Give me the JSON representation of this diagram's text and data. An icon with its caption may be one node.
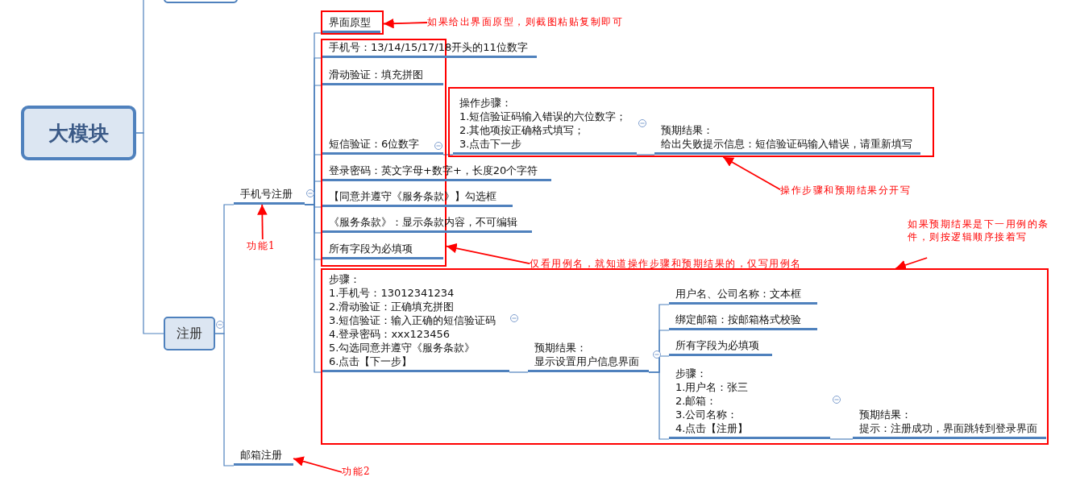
{
  "diagram": {
    "nodes": [
      {
        "text": [
          "大模块"
        ]
      },
      {
        "text": [],
        "shape": "box"
      },
      {
        "text": [
          "注册"
        ]
      },
      {
        "text": [
          "手机号注册"
        ]
      },
      {
        "text": [],
        "shape": "box"
      },
      {
        "text": [
          "界面原型"
        ],
        "in": 4
      },
      {
        "text": [],
        "shape": "box"
      },
      {
        "text": [
          "手机号：13/14/15/17/18开头的11位数字"
        ]
      },
      {
        "text": [
          "滑动验证：填充拼图"
        ],
        "in": 6
      },
      {
        "text": [
          "短信验证：6位数字"
        ],
        "in": 6
      },
      {
        "text": [],
        "shape": "box"
      },
      {
        "text": [
          "操作步骤：",
          "1.短信验证码输入错误的六位数字；",
          "2.其他项按正确格式填写；",
          "3.点击下一步"
        ],
        "in": 10
      },
      {
        "text": [
          "预期结果：",
          "给出失败提示信息：短信验证码输入错误，请重新填写"
        ],
        "in": 10
      },
      {
        "text": [
          "登录密码：英文字母+数字+，长度20个字符"
        ]
      },
      {
        "text": [
          "【同意并遵守《服务条款》】勾选框"
        ]
      },
      {
        "text": [
          "《服务条款》：显示条款内容，不可编辑"
        ]
      },
      {
        "text": [
          "所有字段为必填项"
        ],
        "in": 6
      },
      {
        "text": [],
        "shape": "box"
      },
      {
        "text": [
          "步骤：",
          "1.手机号：13012341234",
          "2.滑动验证：正确填充拼图",
          "3.短信验证：输入正确的短信验证码",
          "4.登录密码：xxx123456",
          "5.勾选同意并遵守《服务条款》",
          "6.点击【下一步】"
        ],
        "in": 17
      },
      {
        "text": [
          "预期结果：",
          "显示设置用户信息界面"
        ],
        "in": 17
      },
      {
        "text": [
          "用户名、公司名称：文本框"
        ],
        "in": 17
      },
      {
        "text": [
          "绑定邮箱：按邮箱格式校验"
        ],
        "in": 17
      },
      {
        "text": [
          "所有字段为必填项"
        ],
        "in": 17
      },
      {
        "text": [
          "步骤：",
          "1.用户名：张三",
          "2.邮箱：",
          "3.公司名称：",
          "4.点击【注册】"
        ],
        "in": 17
      },
      {
        "text": [
          "预期结果：",
          "提示：注册成功，界面跳转到登录界面"
        ],
        "in": 17
      },
      {
        "text": [
          "邮箱注册"
        ]
      },
      {
        "text": [
          "如果给出界面原型，则截图粘贴复制即可"
        ]
      },
      {
        "text": [
          "操作步骤和预期结果分开写"
        ]
      },
      {
        "text": [
          "仅看用例名，就知道操作步骤和预期结果的，仅写用例名"
        ]
      },
      {
        "text": [
          "如果预期结果是下一用例的条件，则按逻辑顺序接着写"
        ]
      },
      {
        "text": [
          "功能1"
        ]
      },
      {
        "text": [
          "功能2"
        ]
      }
    ],
    "edges": [
      {
        "from": 0,
        "to": 1,
        "arrow": "none"
      },
      {
        "from": 0,
        "to": 2,
        "arrow": "none"
      },
      {
        "from": 2,
        "to": 3,
        "arrow": "none"
      },
      {
        "from": 2,
        "to": 25,
        "arrow": "none"
      },
      {
        "from": 3,
        "to": 5,
        "arrow": "none"
      },
      {
        "from": 3,
        "to": 7,
        "arrow": "none"
      },
      {
        "from": 3,
        "to": 8,
        "arrow": "none"
      },
      {
        "from": 3,
        "to": 9,
        "arrow": "none"
      },
      {
        "from": 3,
        "to": 13,
        "arrow": "none"
      },
      {
        "from": 3,
        "to": 14,
        "arrow": "none"
      },
      {
        "from": 3,
        "to": 15,
        "arrow": "none"
      },
      {
        "from": 3,
        "to": 16,
        "arrow": "none"
      },
      {
        "from": 3,
        "to": 18,
        "arrow": "none"
      },
      {
        "from": 9,
        "to": 11,
        "arrow": "none"
      },
      {
        "from": 11,
        "to": 12,
        "arrow": "none"
      },
      {
        "from": 18,
        "to": 19,
        "arrow": "none"
      },
      {
        "from": 19,
        "to": 20,
        "arrow": "none"
      },
      {
        "from": 19,
        "to": 21,
        "arrow": "none"
      },
      {
        "from": 19,
        "to": 22,
        "arrow": "none"
      },
      {
        "from": 19,
        "to": 23,
        "arrow": "none"
      },
      {
        "from": 23,
        "to": 24,
        "arrow": "none"
      },
      {
        "from": 26,
        "to": 4,
        "arrow": "to",
        "color": "#ff0000"
      },
      {
        "from": 27,
        "to": 10,
        "arrow": "to",
        "color": "#ff0000"
      },
      {
        "from": 28,
        "to": 6,
        "arrow": "to",
        "color": "#ff0000"
      },
      {
        "from": 29,
        "to": 17,
        "arrow": "to",
        "color": "#ff0000"
      },
      {
        "from": 30,
        "to": 3,
        "arrow": "to",
        "color": "#ff0000"
      },
      {
        "from": 31,
        "to": 25,
        "arrow": "to",
        "color": "#ff0000"
      }
    ]
  }
}
